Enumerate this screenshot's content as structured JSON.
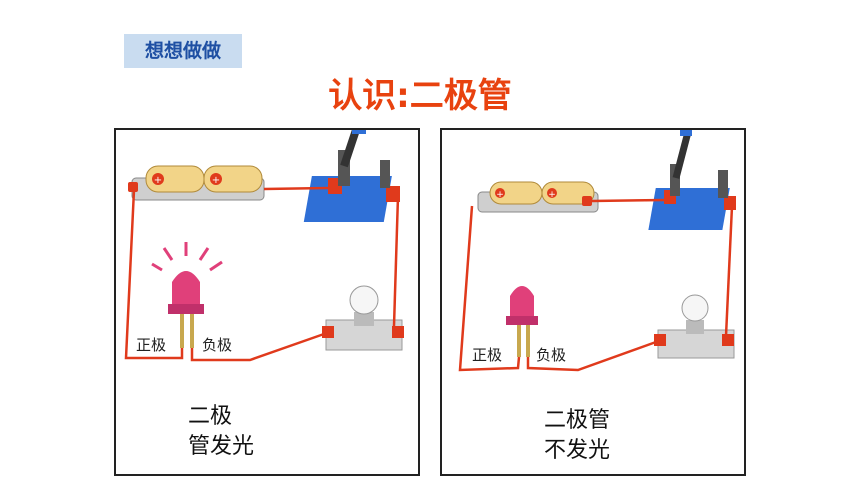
{
  "tag_label": "想想做做",
  "title": "认识:二极管",
  "panels": [
    {
      "positive_label": "正极",
      "negative_label": "负极",
      "caption_line1": "二极",
      "caption_line2": "管发光",
      "led_glowing": true
    },
    {
      "positive_label": "正极",
      "negative_label": "负极",
      "caption_line1": "二极管",
      "caption_line2": "不发光",
      "led_glowing": false
    }
  ],
  "colors": {
    "wire": "#e03a1c",
    "led": "#e0407a",
    "battery": "#f2d488",
    "switch_base": "#2f6fd6",
    "title": "#e8420f"
  }
}
